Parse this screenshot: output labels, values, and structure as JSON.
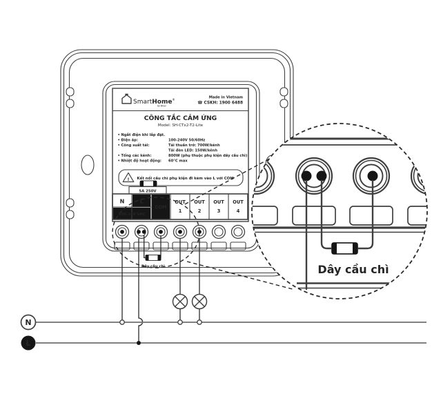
{
  "colors": {
    "ink": "#3f3f3f",
    "fill_black": "#161616",
    "power_line_gray": "#6f6f6f",
    "paper": "#ffffff"
  },
  "icons": {
    "phone": "☎",
    "house": "house-icon",
    "warning": "warning-triangle-icon",
    "lamp": "lamp-cross-icon",
    "registered": "®"
  },
  "label": {
    "brand_smart": "Smart",
    "brand_home": "Home",
    "brand_byline": "by Bkav",
    "made_in": "Made in Vietnam",
    "hotline": "CSKH: 1900 6488",
    "title": "CÔNG TẮC CẢM ỨNG",
    "model": "Model: SH-CTx2-T2-Lite",
    "specs": [
      {
        "bullet": "•",
        "label": "Ngắt điện khi lắp đặt.",
        "value": ""
      },
      {
        "bullet": "•",
        "label": "Điện áp:",
        "value": "100-240V 50/60Hz"
      },
      {
        "bullet": "•",
        "label": "Công suất tải:",
        "value": "Tải thuần trở: 700W/kênh"
      },
      {
        "bullet": "",
        "label": "",
        "value": "Tải đèn LED: 150W/kênh"
      },
      {
        "bullet": "•",
        "label": "Tổng các kênh:",
        "value": "800W (phụ thuộc phụ kiện dây cầu chì)"
      },
      {
        "bullet": "•",
        "label": "Nhiệt độ hoạt động:",
        "value": "60°C max"
      }
    ],
    "warning_mark": "!",
    "warning_text": "Kết nối cầu chì phụ kiện đi kèm vào L với COM"
  },
  "terminal_block": {
    "n": "N",
    "l": "L",
    "com": "COM",
    "out": "OUT",
    "out_numbers": [
      "1",
      "2",
      "3",
      "4"
    ],
    "voltage": "100-240 VAC",
    "fuse_rating": "5A 250V"
  },
  "wiring": {
    "fuse_wire_label": "Dây cầu chì",
    "magnifier_label": "Dây cầu chì",
    "neutral": "N",
    "live": "L"
  }
}
